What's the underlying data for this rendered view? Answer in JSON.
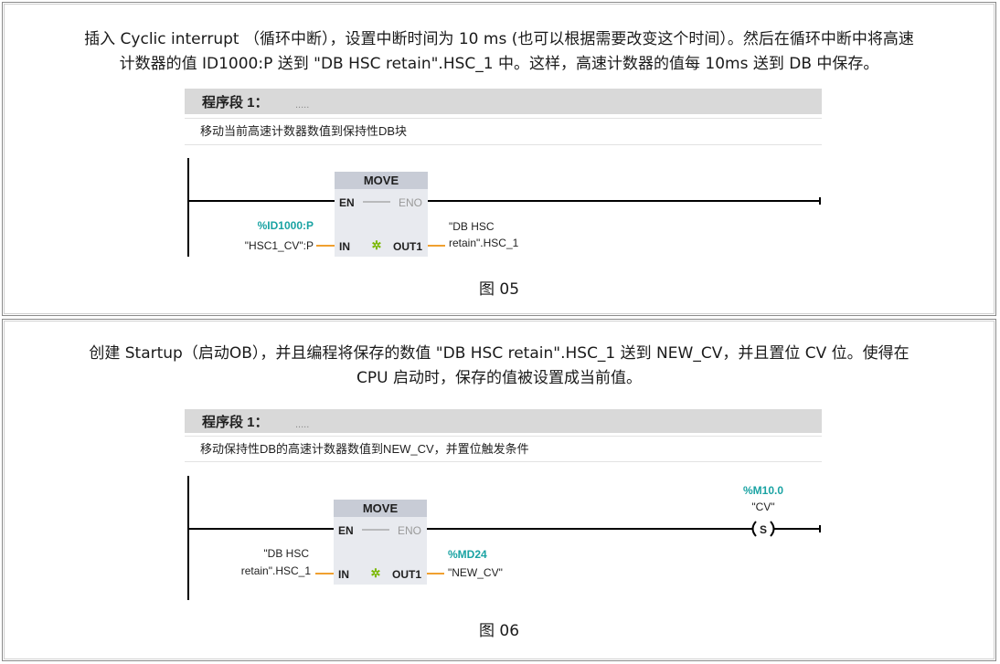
{
  "figure1": {
    "description_line1": "插入 Cyclic interrupt （循环中断），设置中断时间为 10 ms (也可以根据需要改变这个时间）。然后在循环中断中将高速",
    "description_line2": "计数器的值 ID1000:P 送到 \"DB HSC retain\".HSC_1 中。这样，高速计数器的值每 10ms 送到 DB 中保存。",
    "segment_title": "程序段 1：",
    "segment_dots": ".....",
    "comment": "移动当前高速计数器数值到保持性DB块",
    "block": {
      "title": "MOVE",
      "en": "EN",
      "eno": "ENO",
      "in": "IN",
      "out": "OUT1",
      "star": "✲"
    },
    "input_address": "%ID1000:P",
    "input_symbol": "\"HSC1_CV\":P",
    "output_line1": "\"DB HSC",
    "output_line2": "retain\".HSC_1",
    "caption": "图 05"
  },
  "figure2": {
    "description_line1": "创建 Startup（启动OB），并且编程将保存的数值 \"DB HSC retain\".HSC_1 送到 NEW_CV，并且置位 CV 位。使得在",
    "description_line2": "CPU 启动时，保存的值被设置成当前值。",
    "segment_title": "程序段 1：",
    "segment_dots": ".....",
    "comment": "移动保持性DB的高速计数器数值到NEW_CV，并置位触发条件",
    "block": {
      "title": "MOVE",
      "en": "EN",
      "eno": "ENO",
      "in": "IN",
      "out": "OUT1",
      "star": "✲"
    },
    "input_line1": "\"DB HSC",
    "input_line2": "retain\".HSC_1",
    "output_address": "%MD24",
    "output_symbol": "\"NEW_CV\"",
    "coil_address": "%M10.0",
    "coil_symbol": "\"CV\"",
    "coil_label": "S",
    "caption": "图 06"
  },
  "colors": {
    "header_bg": "#d9d9d9",
    "block_header": "#c8ccd6",
    "block_body": "#e8eaef",
    "wire_orange": "#f0a030",
    "address_teal": "#1aa3a3",
    "rail": "#000000"
  }
}
